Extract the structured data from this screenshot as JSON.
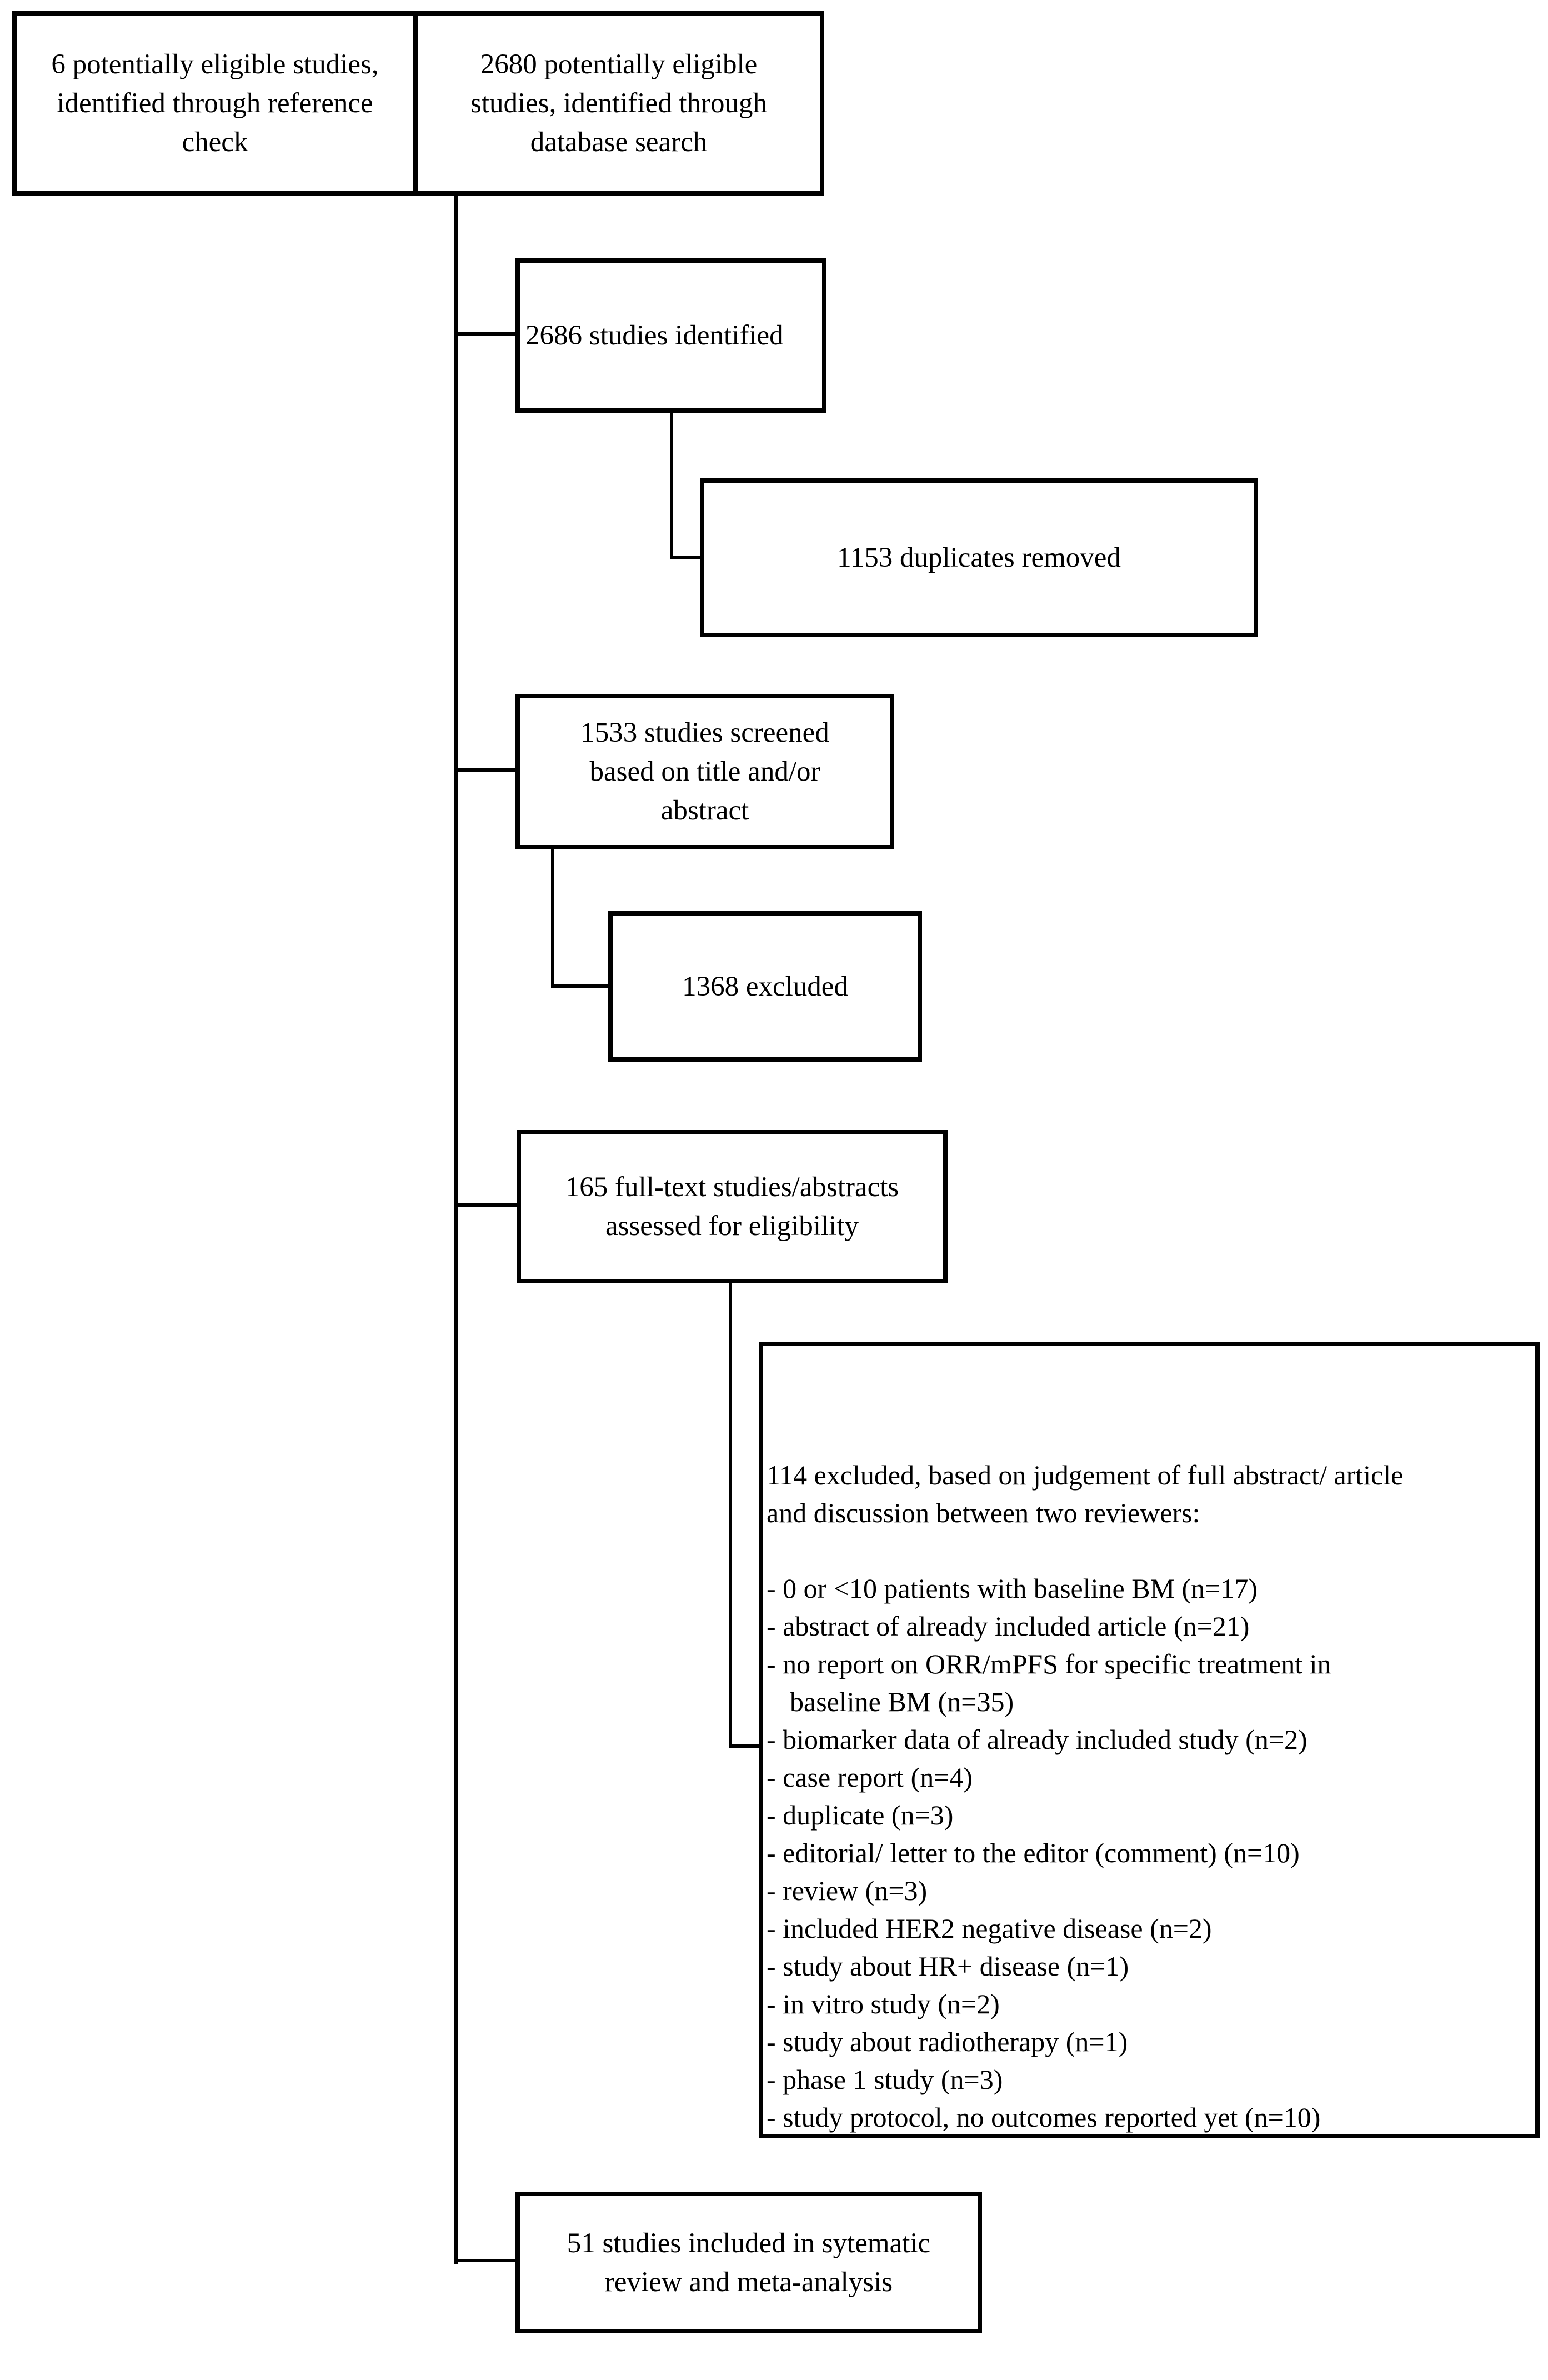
{
  "flowchart": {
    "title": "PRISMA-style study selection flow diagram",
    "colors": {
      "line": "#000000",
      "background": "#ffffff",
      "text": "#000000"
    },
    "boxes": {
      "reference_check": {
        "text": "6 potentially eligible studies,\nidentified through reference\ncheck"
      },
      "database_search": {
        "text": "2680 potentially eligible\nstudies, identified through\ndatabase search"
      },
      "studies_identified": {
        "text": "2686 studies identified"
      },
      "duplicates_removed": {
        "text": "1153 duplicates removed"
      },
      "studies_screened": {
        "text": "1533 studies screened\nbased on title and/or\nabstract"
      },
      "excluded_screening": {
        "text": "1368 excluded"
      },
      "fulltext_assessed": {
        "text": "165 full-text studies/abstracts\nassessed for eligibility"
      },
      "excluded_fulltext": {
        "intro": "114 excluded, based on judgement of full abstract/ article\nand discussion between two reviewers:",
        "items": [
          "- 0 or <10 patients with baseline BM (n=17)",
          "- abstract of already included article (n=21)",
          "- no report on ORR/mPFS for specific treatment in\nbaseline BM (n=35)",
          "- biomarker data of already included study (n=2)",
          "- case report (n=4)",
          "- duplicate (n=3)",
          "- editorial/ letter to the editor (comment) (n=10)",
          "- review (n=3)",
          "- included HER2 negative disease (n=2)",
          "- study about HR+ disease (n=1)",
          "- in vitro study (n=2)",
          "- study about radiotherapy (n=1)",
          "- phase 1 study (n=3)",
          "- study protocol, no outcomes reported yet (n=10)"
        ]
      },
      "included": {
        "text": "51 studies included in sytematic\nreview and meta-analysis"
      }
    }
  }
}
